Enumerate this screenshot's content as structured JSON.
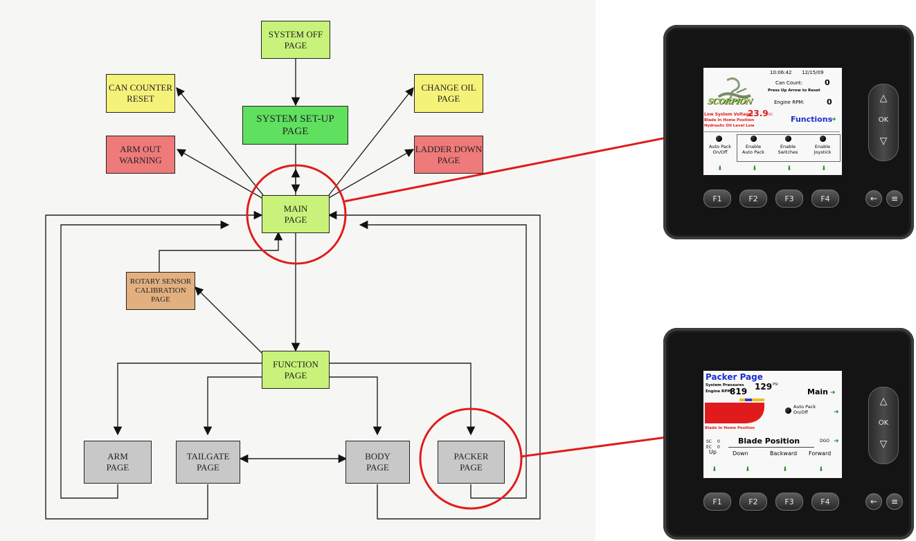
{
  "flowchart": {
    "boxes": {
      "system_off": "SYSTEM OFF\nPAGE",
      "system_setup": "SYSTEM SET-UP\nPAGE",
      "can_counter_reset": "CAN COUNTER\nRESET",
      "change_oil": "CHANGE OIL\nPAGE",
      "arm_out_warning": "ARM OUT\nWARNING",
      "ladder_down": "LADDER DOWN\nPAGE",
      "main": "MAIN\nPAGE",
      "rotary_sensor": "ROTARY SENSOR\nCALIBRATION\nPAGE",
      "function": "FUNCTION\nPAGE",
      "arm": "ARM\nPAGE",
      "tailgate": "TAILGATE\nPAGE",
      "body": "BODY\nPAGE",
      "packer": "PACKER\nPAGE"
    },
    "colors": {
      "light_green": "#c8f27a",
      "green": "#5fe05f",
      "yellow": "#f5f27a",
      "red": "#ef7a7a",
      "tan": "#e2b07f",
      "gray": "#c8c8c8",
      "highlight": "#e01b1b"
    }
  },
  "main_display": {
    "time": "10:06:42",
    "date": "12/15/09",
    "can_count_label": "Can Count:",
    "can_count_value": "0",
    "reset_hint": "Press Up Arrow to Reset",
    "logo_text": "SCORPION",
    "engine_rpm_label": "Engine RPM:",
    "engine_rpm_value": "0",
    "voltage_label": "Low System Voltage:",
    "voltage_value": "23.9",
    "voltage_unit": "VDC",
    "warning_1": "Blade In Home Position",
    "warning_2": "Hydraulic Oil Level Low",
    "functions_label": "Functions",
    "buttons": [
      "Auto Pack\nOn/Off",
      "Enable\nAuto Pack",
      "Enable\nSwitches",
      "Enable\nJoystick"
    ]
  },
  "packer_display": {
    "title": "Packer Page",
    "pressure_label": "System Pressures",
    "pressure_value": "129",
    "pressure_unit": "PSI",
    "engine_rpm_label": "Engine RPM:",
    "engine_rpm_value": "819",
    "main_label": "Main",
    "auto_pack_label": "Auto Pack\nOn/Off",
    "status": "Blade In Home Position",
    "sc_label": "SC",
    "sc_value": "0",
    "ec_label": "EC",
    "ec_value": "0",
    "blade_position": "Blade Position",
    "dgo_label": "DGO",
    "buttons": [
      "Up",
      "Down",
      "Backward",
      "Forward"
    ]
  },
  "keypad": {
    "fkeys": [
      "F1",
      "F2",
      "F3",
      "F4"
    ],
    "back_key": "←",
    "menu_key": "≡",
    "up_key": "△",
    "ok_key": "OK",
    "down_key": "▽"
  }
}
